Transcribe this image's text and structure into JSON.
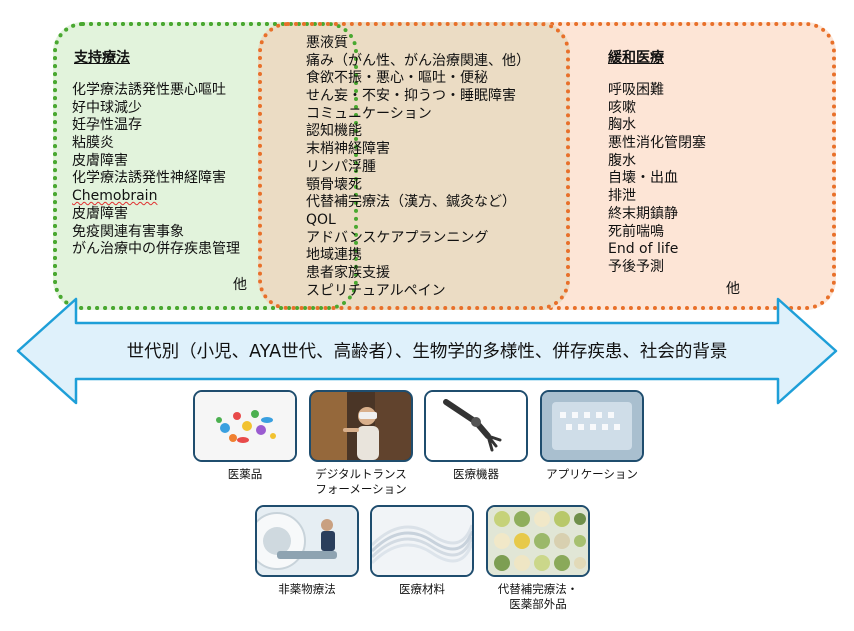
{
  "left": {
    "title": "支持療法",
    "items": [
      "化学療法誘発性悪心嘔吐",
      "好中球減少",
      "妊孕性温存",
      "粘膜炎",
      "皮膚障害",
      "化学療法誘発性神経障害",
      "Chemobrain",
      "皮膚障害",
      "免疫関連有害事象",
      "がん治療中の併存疾患管理"
    ],
    "other": "他"
  },
  "middle": {
    "items": [
      "悪液質",
      "痛み（がん性、がん治療関連、他）",
      "食欲不振・悪心・嘔吐・便秘",
      "せん妄・不安・抑うつ・睡眠障害",
      "コミュニケーション",
      "認知機能",
      "末梢神経障害",
      "リンパ浮腫",
      "顎骨壊死",
      "代替補完療法（漢方、鍼灸など）",
      "QOL",
      "アドバンスケアプランニング",
      "地域連携",
      "患者家族支援",
      "スピリチュアルペイン"
    ]
  },
  "right": {
    "title": "緩和医療",
    "items": [
      "呼吸困難",
      "咳嗽",
      "胸水",
      "悪性消化管閉塞",
      "腹水",
      "自壊・出血",
      "排泄",
      "終末期鎮静",
      "死前喘鳴",
      "End of life",
      "予後予測"
    ],
    "other": "他"
  },
  "arrow": {
    "text": "世代別（小児、AYA世代、高齢者）、生物学的多様性、併存疾患、社会的背景"
  },
  "modalities": [
    {
      "label": "医薬品",
      "icon": "pills-image"
    },
    {
      "label": "デジタルトランス\nフォーメーション",
      "icon": "vr-headset-image"
    },
    {
      "label": "医療機器",
      "icon": "robotic-arm-image"
    },
    {
      "label": "アプリケーション",
      "icon": "app-screen-image"
    },
    {
      "label": "非薬物療法",
      "icon": "mri-scanner-image"
    },
    {
      "label": "医療材料",
      "icon": "material-waves-image"
    },
    {
      "label": "代替補完療法・\n医薬部外品",
      "icon": "herbs-grid-image"
    }
  ],
  "colors": {
    "supportive_fill": "#e2f3dc",
    "supportive_border": "#4aa831",
    "palliative_fill": "#fde5d6",
    "palliative_border": "#e8702a",
    "overlap_fill": "#ebdcc4",
    "arrow_fill": "#dff1fb",
    "arrow_border": "#1e9fd8",
    "card_border": "#1f4d6e"
  }
}
